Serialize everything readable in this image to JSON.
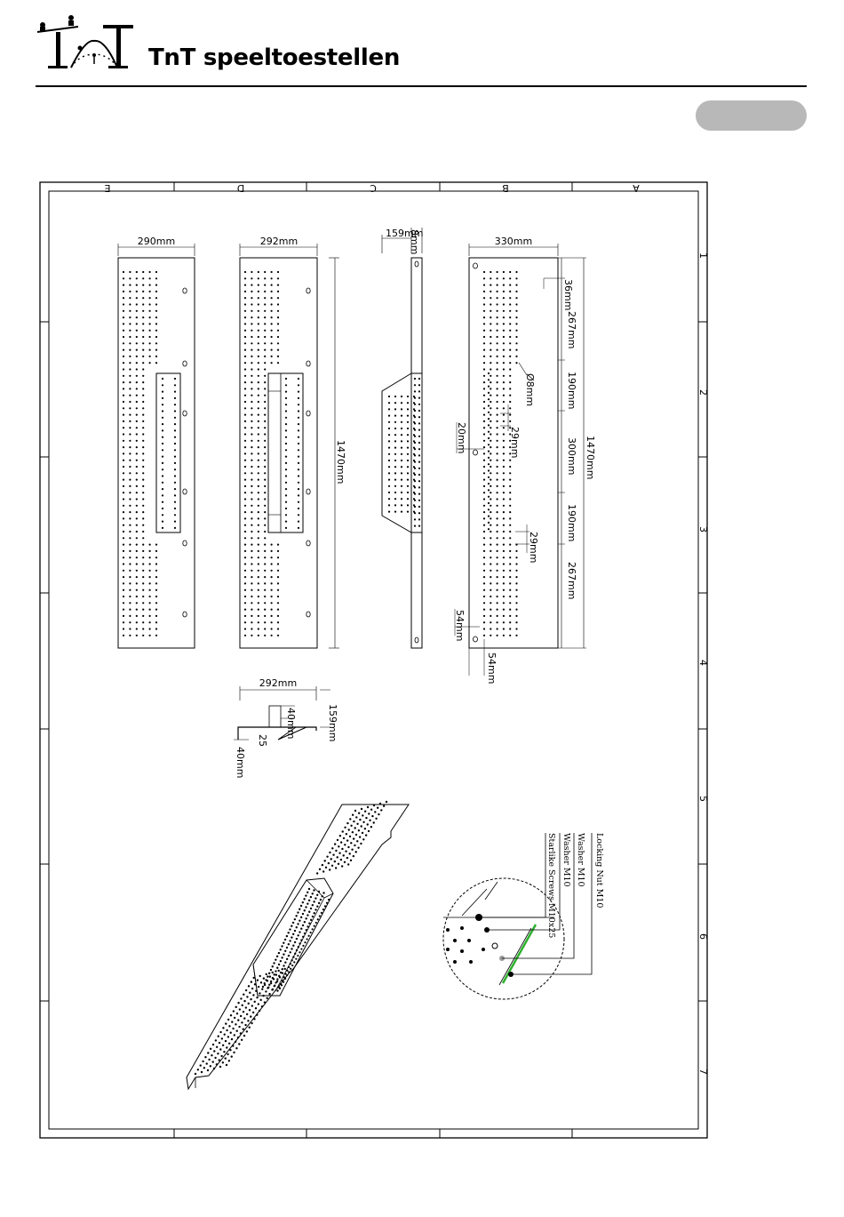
{
  "header": {
    "brand": "TnT speeltoestellen"
  },
  "frame": {
    "columns": [
      "E",
      "D",
      "C",
      "B",
      "A"
    ],
    "rows": [
      "1",
      "2",
      "3",
      "4",
      "5",
      "6",
      "7"
    ]
  },
  "views": {
    "panel_left": {
      "width": "290mm"
    },
    "panel_second": {
      "width": "292mm",
      "height": "1470mm"
    },
    "side_view": {
      "width": "159mm",
      "thickness": "8mm"
    },
    "panel_right": {
      "width": "330mm",
      "total": "1470mm",
      "segments": [
        "36mm",
        "267mm",
        "190mm",
        "300mm",
        "190mm",
        "267mm"
      ],
      "hole": "Ø8mm",
      "pitch_top": "29mm",
      "pitch_bottom": "29mm",
      "left_edge": "20mm",
      "bottom_left": "54mm",
      "bottom_below": "54mm"
    },
    "section": {
      "width": "292mm",
      "height": "159mm",
      "upper": "40mm",
      "inner": "25",
      "lower": "40mm"
    }
  },
  "hardware": {
    "items": [
      "Locking Nut M10",
      "Washer M10",
      "Washer M10",
      "Starlike Screws M10x25"
    ],
    "highlight_color": "#2bb02b"
  }
}
